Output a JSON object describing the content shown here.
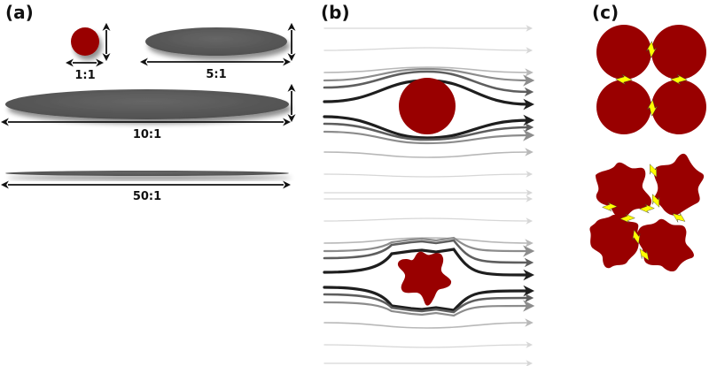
{
  "panels": {
    "a": {
      "label": "(a)",
      "shapes": [
        {
          "name": "sphere",
          "aspect_ratio_label": "1:1",
          "fill": "#990000"
        },
        {
          "name": "ellipse-5",
          "aspect_ratio_label": "5:1",
          "fill": "#5a5a5a"
        },
        {
          "name": "ellipse-10",
          "aspect_ratio_label": "10:1",
          "fill": "#5a5a5a"
        },
        {
          "name": "ellipse-50",
          "aspect_ratio_label": "50:1",
          "fill": "#5a5a5a"
        }
      ]
    },
    "b": {
      "label": "(b)",
      "top_obstacle": "smooth-sphere",
      "bottom_obstacle": "rough-particle",
      "obstacle_color": "#990000",
      "streamline_colors": [
        "#d6d6d6",
        "#b8b8b8",
        "#8c8c8c",
        "#5e5e5e",
        "#1e1e1e"
      ]
    },
    "c": {
      "label": "(c)",
      "top_cluster": "four-smooth-spheres",
      "bottom_cluster": "four-rough-particles",
      "particle_color": "#990000",
      "contact_color": "#ffff00"
    }
  }
}
